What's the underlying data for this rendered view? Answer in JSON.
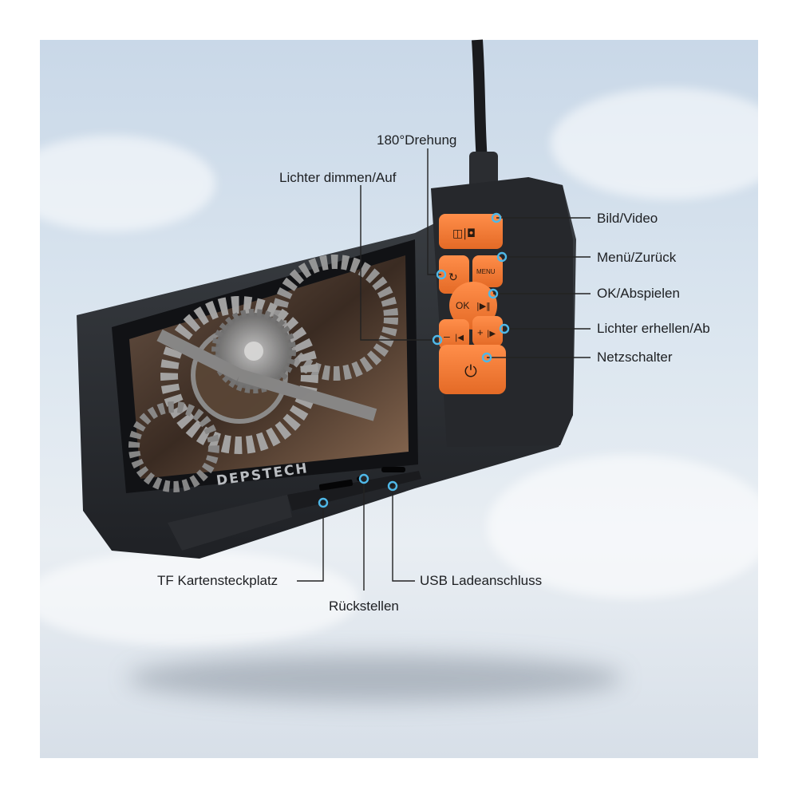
{
  "device": {
    "brand": "DEPSTECH"
  },
  "buttons": {
    "photo_video": "Bild/Video",
    "menu_back": "Menü/Zurück",
    "ok_play": "OK/Abspielen",
    "lights_up_down": "Lichter erhellen/Ab",
    "power": "Netzschalter",
    "rotate": "180°Drehung",
    "lights_dim_up": "Lichter dimmen/Auf"
  },
  "ports": {
    "tf_slot": "TF Kartensteckplatz",
    "reset": "Rückstellen",
    "usb_charging": "USB Ladeanschluss"
  },
  "button_glyphs": {
    "menu": "MENU",
    "ok": "OK",
    "minus": "–",
    "plus": "+"
  },
  "colors": {
    "accent": "#f07a36",
    "body": "#2c2f33",
    "callout": "#4fb8e8"
  }
}
